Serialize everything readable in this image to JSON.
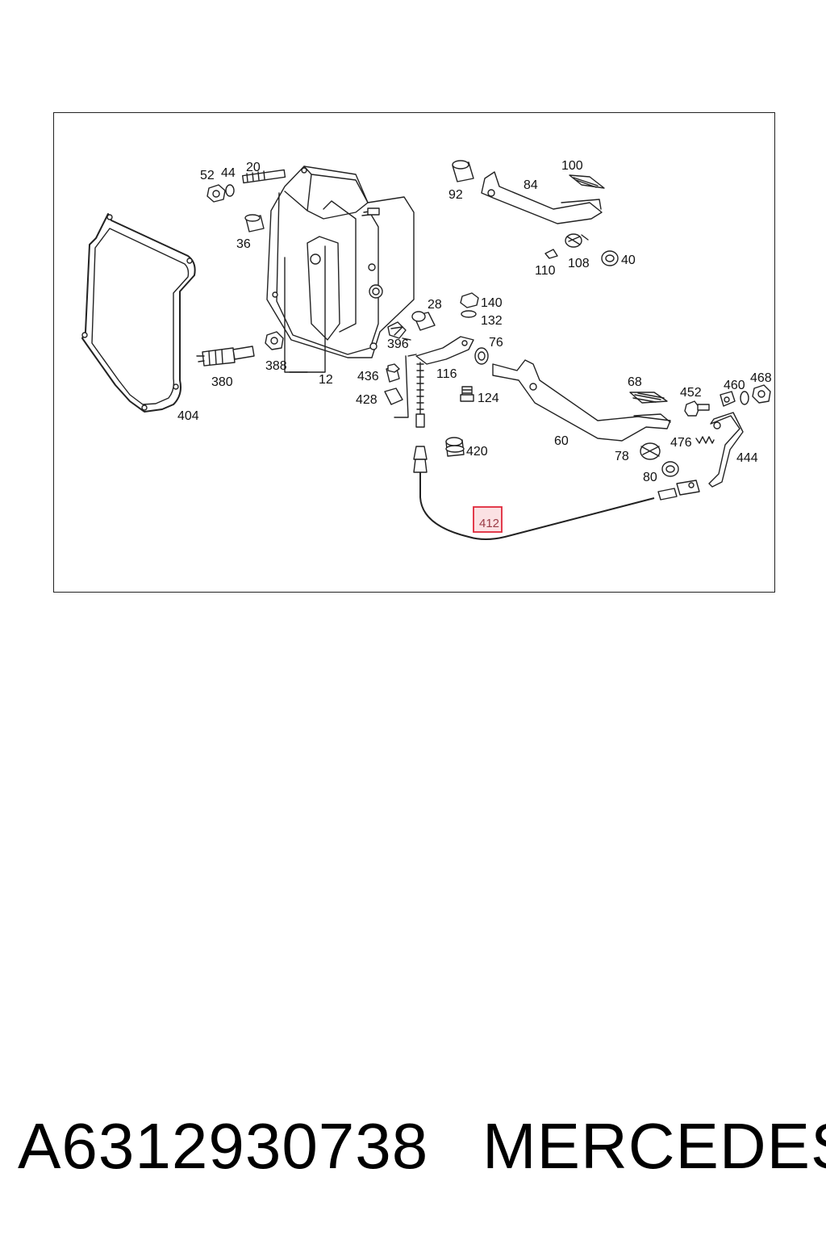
{
  "diagram": {
    "callouts": [
      {
        "id": "52",
        "text": "52"
      },
      {
        "id": "44",
        "text": "44"
      },
      {
        "id": "20",
        "text": "20"
      },
      {
        "id": "92",
        "text": "92"
      },
      {
        "id": "84",
        "text": "84"
      },
      {
        "id": "100",
        "text": "100"
      },
      {
        "id": "36",
        "text": "36"
      },
      {
        "id": "110",
        "text": "110"
      },
      {
        "id": "108",
        "text": "108"
      },
      {
        "id": "40",
        "text": "40"
      },
      {
        "id": "28",
        "text": "28"
      },
      {
        "id": "140",
        "text": "140"
      },
      {
        "id": "132",
        "text": "132"
      },
      {
        "id": "396",
        "text": "396"
      },
      {
        "id": "76",
        "text": "76"
      },
      {
        "id": "380",
        "text": "380"
      },
      {
        "id": "388",
        "text": "388"
      },
      {
        "id": "12",
        "text": "12"
      },
      {
        "id": "436",
        "text": "436"
      },
      {
        "id": "116",
        "text": "116"
      },
      {
        "id": "68",
        "text": "68"
      },
      {
        "id": "452",
        "text": "452"
      },
      {
        "id": "460",
        "text": "460"
      },
      {
        "id": "468",
        "text": "468"
      },
      {
        "id": "428",
        "text": "428"
      },
      {
        "id": "124",
        "text": "124"
      },
      {
        "id": "404",
        "text": "404"
      },
      {
        "id": "60",
        "text": "60"
      },
      {
        "id": "420",
        "text": "420"
      },
      {
        "id": "476",
        "text": "476"
      },
      {
        "id": "78",
        "text": "78"
      },
      {
        "id": "444",
        "text": "444"
      },
      {
        "id": "80",
        "text": "80"
      }
    ],
    "highlighted_callout": "412",
    "highlight_color": "#e0283a"
  },
  "footer": {
    "part_number": "A6312930738",
    "brand": "MERCEDES"
  }
}
